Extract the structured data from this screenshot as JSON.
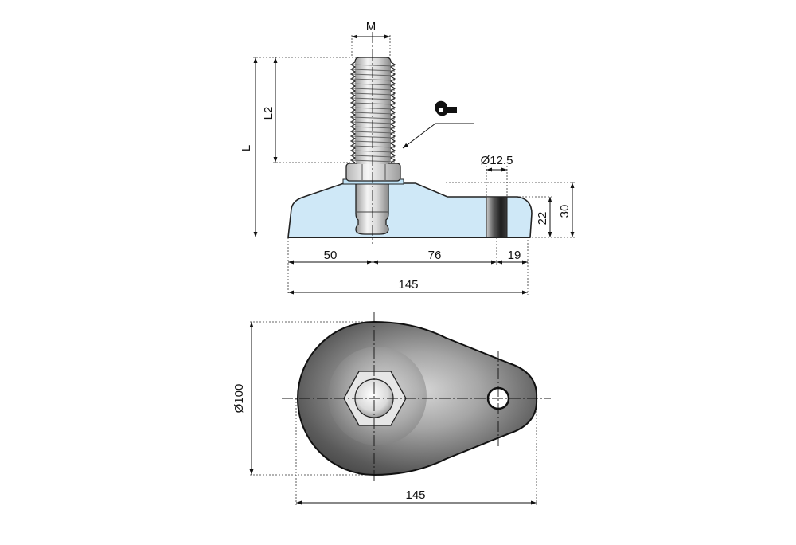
{
  "labels": {
    "thread": "M",
    "thread_length": "L2",
    "total_length": "L",
    "hole_diameter": "Ø12.5",
    "height_inner": "22",
    "height_outer": "30",
    "dim_50": "50",
    "dim_76": "76",
    "dim_19": "19",
    "length_side": "145",
    "diameter_top": "Ø100",
    "length_top": "145"
  },
  "icons": {
    "wrench": "wrench-icon"
  },
  "colors": {
    "base_fill": "#cfe8f7",
    "steel_light": "#f2f2f2",
    "steel_dark": "#8e8e8e",
    "rubber_dark": "#3a3a3a",
    "rubber_mid": "#a9a9a9",
    "hole_band": "#222222"
  }
}
